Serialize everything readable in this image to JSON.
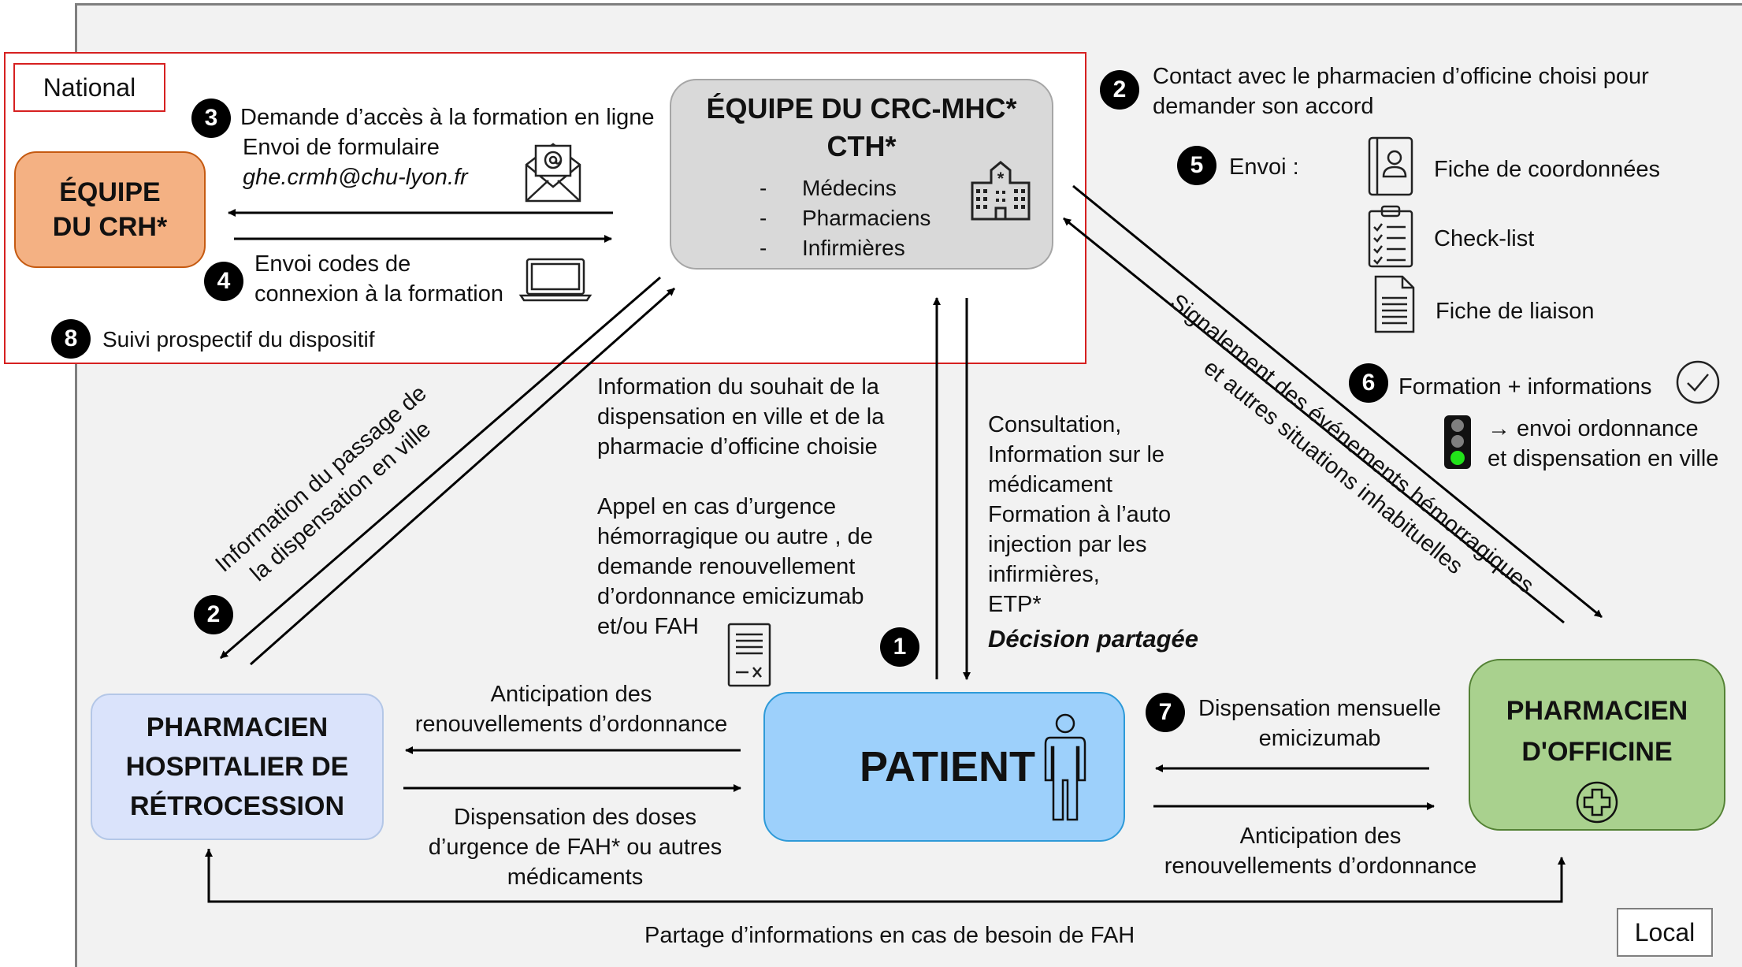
{
  "labels": {
    "national": "National",
    "local": "Local"
  },
  "boxes": {
    "crh": "ÉQUIPE\nDU CRH*",
    "crc_title": "ÉQUIPE DU CRC-MHC*\nCTH*",
    "crc_members": [
      "Médecins",
      "Pharmaciens",
      "Infirmières"
    ],
    "crc_bullet": "-",
    "pharm_hosp": "PHARMACIEN\nHOSPITALIER DE\nRÉTROCESSION",
    "patient": "PATIENT",
    "pharm_off": "PHARMACIEN\nD'OFFICINE"
  },
  "steps": {
    "s1": "1",
    "s2a": "2",
    "s2b": "2",
    "s3": "3",
    "s4": "4",
    "s5": "5",
    "s6": "6",
    "s7": "7",
    "s8": "8"
  },
  "texts": {
    "step3_line1": "Demande d’accès à la formation en ligne",
    "step3_line2": "Envoi de formulaire",
    "step3_email": "ghe.crmh@chu-lyon.fr",
    "step4": "Envoi codes de\nconnexion à la formation",
    "step8": "Suivi prospectif du dispositif",
    "step2_contact": "Contact avec le pharmacien d’officine choisi pour\ndemander son accord",
    "step5_envoi": "Envoi :",
    "doc1": "Fiche de coordonnées",
    "doc2": "Check-list",
    "doc3": "Fiche de liaison",
    "step6": "Formation  + informations",
    "traffic": "→ envoi ordonnance\net dispensation en ville",
    "signalement": "Signalement des événements hémorragiques\net autres situations inhabituelles",
    "info_passage": "Information du passage de\nla dispensation en ville",
    "info_souhait": "Information du souhait de la\ndispensation en ville et de la\npharmacie d’officine choisie",
    "appel": "Appel en cas d’urgence\nhémorragique ou autre , de\ndemande renouvellement\nd’ordonnance emicizumab\net/ou FAH",
    "consultation": "Consultation,\nInformation sur le\nmédicament\nFormation à l’auto\ninjection par les\ninfirmières,\nETP*",
    "decision": "Décision partagée",
    "anticipation_left": "Anticipation des\nrenouvellements d’ordonnance",
    "dispensation_doses": "Dispensation des doses\nd’urgence de FAH* ou autres\nmédicaments",
    "step7": "Dispensation mensuelle\nemicizumab",
    "anticipation_right": "Anticipation des\nrenouvellements d’ordonnance",
    "partage": "Partage d’informations en cas de besoin de FAH"
  },
  "colors": {
    "crh_fill": "#f4b183",
    "crh_border": "#c55a11",
    "crc_fill": "#d9d9d9",
    "crc_border": "#a6a6a6",
    "hosp_fill": "#dae3fb",
    "hosp_border": "#b4c7e7",
    "patient_fill": "#9dd0fb",
    "patient_border": "#2e9ad8",
    "off_fill": "#a9d18e",
    "off_border": "#548235",
    "national_border": "#d62020"
  },
  "icons": [
    "envelope-icon",
    "hospital-icon",
    "laptop-icon",
    "prescription-icon",
    "person-icon",
    "contact-card-icon",
    "checklist-icon",
    "document-icon",
    "checkmark-icon",
    "traffic-light-icon",
    "pharmacy-cross-icon"
  ]
}
